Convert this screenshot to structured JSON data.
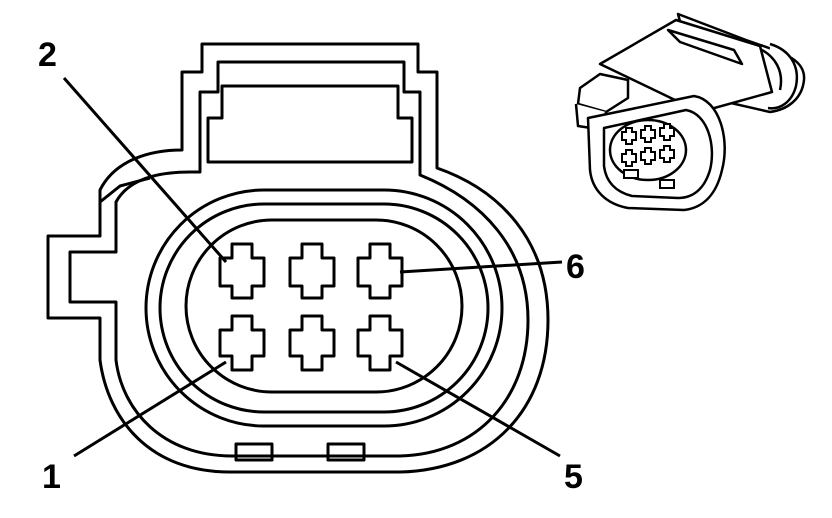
{
  "callouts": {
    "pin2": "2",
    "pin6": "6",
    "pin1": "1",
    "pin5": "5"
  },
  "colors": {
    "line": "#000000",
    "fill": "#ffffff"
  }
}
